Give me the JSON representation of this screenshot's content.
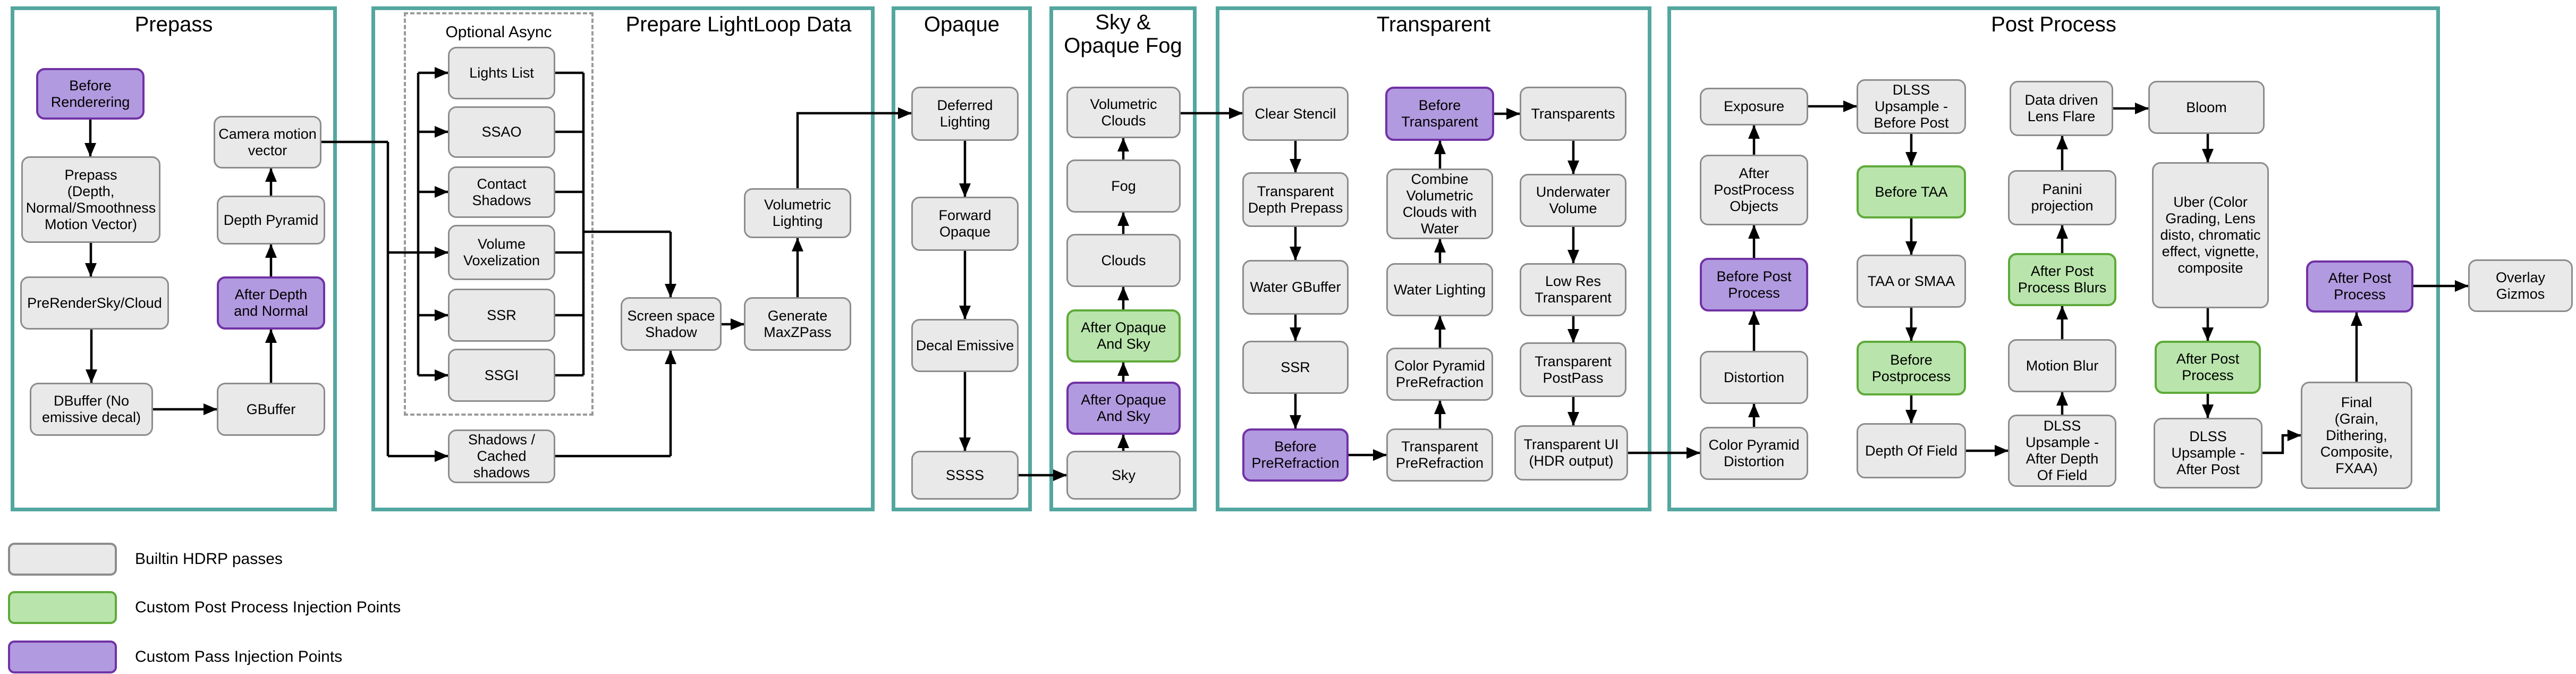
{
  "colors": {
    "section_border": "#54a79f",
    "builtin_fill": "#e9e9e9",
    "builtin_border": "#8c8c8c",
    "custom_post_process_fill": "#b9e5ac",
    "custom_post_process_border": "#5faa3a",
    "custom_pass_fill": "#b29ae0",
    "custom_pass_border": "#7132a5"
  },
  "sections": {
    "prepass": {
      "title": "Prepass"
    },
    "lightloop": {
      "title": "Prepare LightLoop Data",
      "optional_async_label": "Optional Async"
    },
    "opaque": {
      "title": "Opaque"
    },
    "sky_fog": {
      "title": "Sky &\nOpaque Fog"
    },
    "transparent": {
      "title": "Transparent"
    },
    "post_process": {
      "title": "Post Process"
    }
  },
  "nodes": {
    "before_rendering": {
      "label": "Before\nRenderering",
      "type": "custom_pass"
    },
    "prepass_depth": {
      "label": "Prepass\n(Depth,\nNormal/Smoothness\nMotion Vector)",
      "type": "builtin"
    },
    "prerender_sky_cloud": {
      "label": "PreRenderSky/Cloud",
      "type": "builtin"
    },
    "dbuffer": {
      "label": "DBuffer (No\nemissive decal)",
      "type": "builtin"
    },
    "gbuffer": {
      "label": "GBuffer",
      "type": "builtin"
    },
    "after_depth_and_normal": {
      "label": "After Depth\nand Normal",
      "type": "custom_pass"
    },
    "depth_pyramid": {
      "label": "Depth Pyramid",
      "type": "builtin"
    },
    "camera_motion_vector": {
      "label": "Camera motion\nvector",
      "type": "builtin"
    },
    "lights_list": {
      "label": "Lights List",
      "type": "builtin"
    },
    "ssao": {
      "label": "SSAO",
      "type": "builtin"
    },
    "contact_shadows": {
      "label": "Contact\nShadows",
      "type": "builtin"
    },
    "volume_voxelization": {
      "label": "Volume\nVoxelization",
      "type": "builtin"
    },
    "ssr_lightloop": {
      "label": "SSR",
      "type": "builtin"
    },
    "ssgi": {
      "label": "SSGI",
      "type": "builtin"
    },
    "shadows_cached": {
      "label": "Shadows /\nCached\nshadows",
      "type": "builtin"
    },
    "screen_space_shadow": {
      "label": "Screen space\nShadow",
      "type": "builtin"
    },
    "generate_maxzpass": {
      "label": "Generate\nMaxZPass",
      "type": "builtin"
    },
    "volumetric_lighting": {
      "label": "Volumetric\nLighting",
      "type": "builtin"
    },
    "deferred_lighting": {
      "label": "Deferred\nLighting",
      "type": "builtin"
    },
    "forward_opaque": {
      "label": "Forward\nOpaque",
      "type": "builtin"
    },
    "decal_emissive": {
      "label": "Decal Emissive",
      "type": "builtin"
    },
    "ssss": {
      "label": "SSSS",
      "type": "builtin"
    },
    "volumetric_clouds": {
      "label": "Volumetric\nClouds",
      "type": "builtin"
    },
    "fog": {
      "label": "Fog",
      "type": "builtin"
    },
    "clouds": {
      "label": "Clouds",
      "type": "builtin"
    },
    "after_opaque_and_sky_pp": {
      "label": "After Opaque\nAnd Sky",
      "type": "custom_post_process"
    },
    "after_opaque_and_sky_pass": {
      "label": "After Opaque\nAnd Sky",
      "type": "custom_pass"
    },
    "sky": {
      "label": "Sky",
      "type": "builtin"
    },
    "clear_stencil": {
      "label": "Clear Stencil",
      "type": "builtin"
    },
    "transparent_depth_prepass": {
      "label": "Transparent\nDepth Prepass",
      "type": "builtin"
    },
    "water_gbuffer": {
      "label": "Water GBuffer",
      "type": "builtin"
    },
    "ssr_transparent": {
      "label": "SSR",
      "type": "builtin"
    },
    "before_prerefraction": {
      "label": "Before\nPreRefraction",
      "type": "custom_pass"
    },
    "transparent_prerefraction": {
      "label": "Transparent\nPreRefraction",
      "type": "builtin"
    },
    "color_pyramid_prerefraction": {
      "label": "Color Pyramid\nPreRefraction",
      "type": "builtin"
    },
    "water_lighting": {
      "label": "Water Lighting",
      "type": "builtin"
    },
    "combine_volumetric_clouds": {
      "label": "Combine\nVolumetric\nClouds with\nWater",
      "type": "builtin"
    },
    "before_transparent": {
      "label": "Before\nTransparent",
      "type": "custom_pass"
    },
    "transparents": {
      "label": "Transparents",
      "type": "builtin"
    },
    "underwater_volume": {
      "label": "Underwater\nVolume",
      "type": "builtin"
    },
    "low_res_transparent": {
      "label": "Low Res\nTransparent",
      "type": "builtin"
    },
    "transparent_postpass": {
      "label": "Transparent\nPostPass",
      "type": "builtin"
    },
    "transparent_ui": {
      "label": "Transparent UI\n(HDR output)",
      "type": "builtin"
    },
    "exposure": {
      "label": "Exposure",
      "type": "builtin"
    },
    "after_postprocess_objects": {
      "label": "After\nPostProcess\nObjects",
      "type": "builtin"
    },
    "before_post_process": {
      "label": "Before Post\nProcess",
      "type": "custom_pass"
    },
    "distortion": {
      "label": "Distortion",
      "type": "builtin"
    },
    "color_pyramid_distortion": {
      "label": "Color Pyramid\nDistortion",
      "type": "builtin"
    },
    "dlss_upsample_before_post": {
      "label": "DLSS\nUpsample -\nBefore Post",
      "type": "builtin"
    },
    "before_taa": {
      "label": "Before TAA",
      "type": "custom_post_process"
    },
    "taa_or_smaa": {
      "label": "TAA or SMAA",
      "type": "builtin"
    },
    "before_postprocess": {
      "label": "Before\nPostprocess",
      "type": "custom_post_process"
    },
    "depth_of_field": {
      "label": "Depth Of Field",
      "type": "builtin"
    },
    "data_driven_lens_flare": {
      "label": "Data driven\nLens Flare",
      "type": "builtin"
    },
    "panini_projection": {
      "label": "Panini\nprojection",
      "type": "builtin"
    },
    "after_post_process_blurs": {
      "label": "After Post\nProcess Blurs",
      "type": "custom_post_process"
    },
    "motion_blur": {
      "label": "Motion Blur",
      "type": "builtin"
    },
    "dlss_upsample_after_dof": {
      "label": "DLSS\nUpsample -\nAfter Depth\nOf Field",
      "type": "builtin"
    },
    "bloom": {
      "label": "Bloom",
      "type": "builtin"
    },
    "uber": {
      "label": "Uber (Color\nGrading, Lens\ndisto, chromatic\neffect, vignette,\ncomposite",
      "type": "builtin"
    },
    "after_post_process_green": {
      "label": "After Post\nProcess",
      "type": "custom_post_process"
    },
    "dlss_upsample_after_post": {
      "label": "DLSS\nUpsample -\nAfter Post",
      "type": "builtin"
    },
    "final": {
      "label": "Final\n(Grain,\nDithering,\nComposite,\nFXAA)",
      "type": "builtin"
    },
    "after_post_process_purple": {
      "label": "After Post\nProcess",
      "type": "custom_pass"
    },
    "overlay_gizmos": {
      "label": "Overlay\nGizmos",
      "type": "builtin"
    }
  },
  "legend": {
    "items": [
      {
        "label": "Builtin HDRP passes",
        "type": "builtin"
      },
      {
        "label": "Custom Post Process Injection Points",
        "type": "custom_post_process"
      },
      {
        "label": "Custom Pass Injection Points",
        "type": "custom_pass"
      }
    ]
  }
}
